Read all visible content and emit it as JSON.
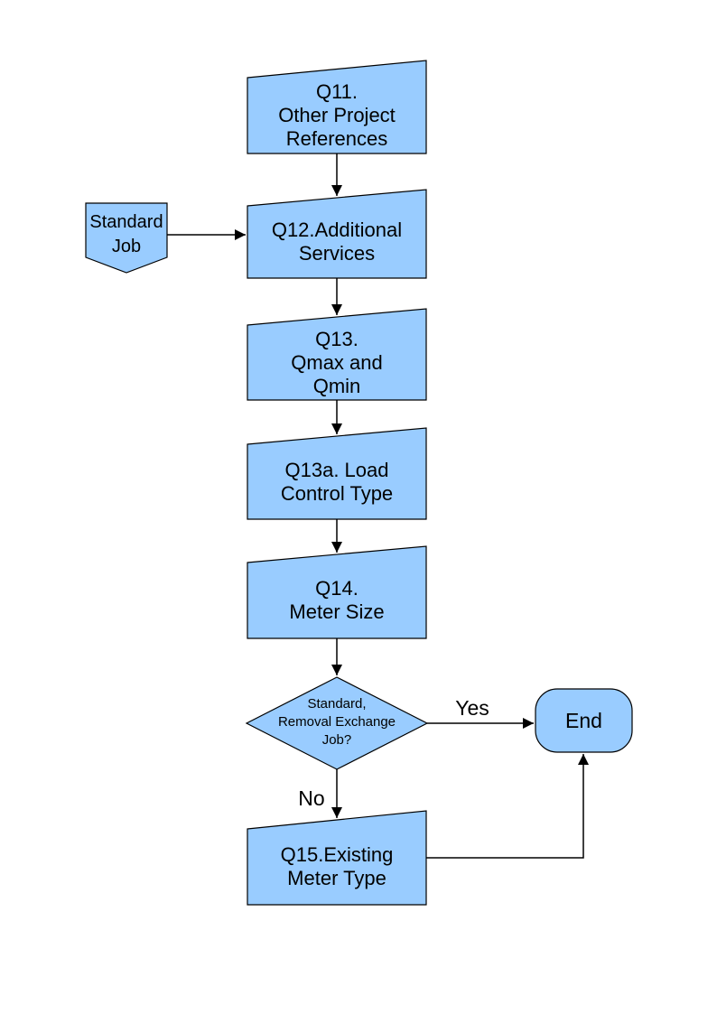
{
  "colors": {
    "shape_fill": "#99ccff",
    "shape_stroke": "#000000",
    "connector": "#000000",
    "text": "#000000",
    "page_bg": "#ffffff"
  },
  "nodes": {
    "q11": {
      "label": "Q11.\nOther Project\nReferences",
      "shape": "manual-input"
    },
    "standard_job": {
      "label": "Standard\nJob",
      "shape": "pentagon-down"
    },
    "q12": {
      "label": "Q12.Additional\nServices",
      "shape": "manual-input"
    },
    "q13": {
      "label": "Q13.\nQmax and\nQmin",
      "shape": "manual-input"
    },
    "q13a": {
      "label": "Q13a. Load\nControl Type",
      "shape": "manual-input"
    },
    "q14": {
      "label": "Q14.\nMeter Size",
      "shape": "manual-input"
    },
    "decision": {
      "label": "Standard,\nRemoval Exchange\nJob?",
      "shape": "diamond"
    },
    "end": {
      "label": "End",
      "shape": "terminator"
    },
    "q15": {
      "label": "Q15.Existing\nMeter Type",
      "shape": "manual-input"
    }
  },
  "edge_labels": {
    "yes": "Yes",
    "no": "No"
  }
}
